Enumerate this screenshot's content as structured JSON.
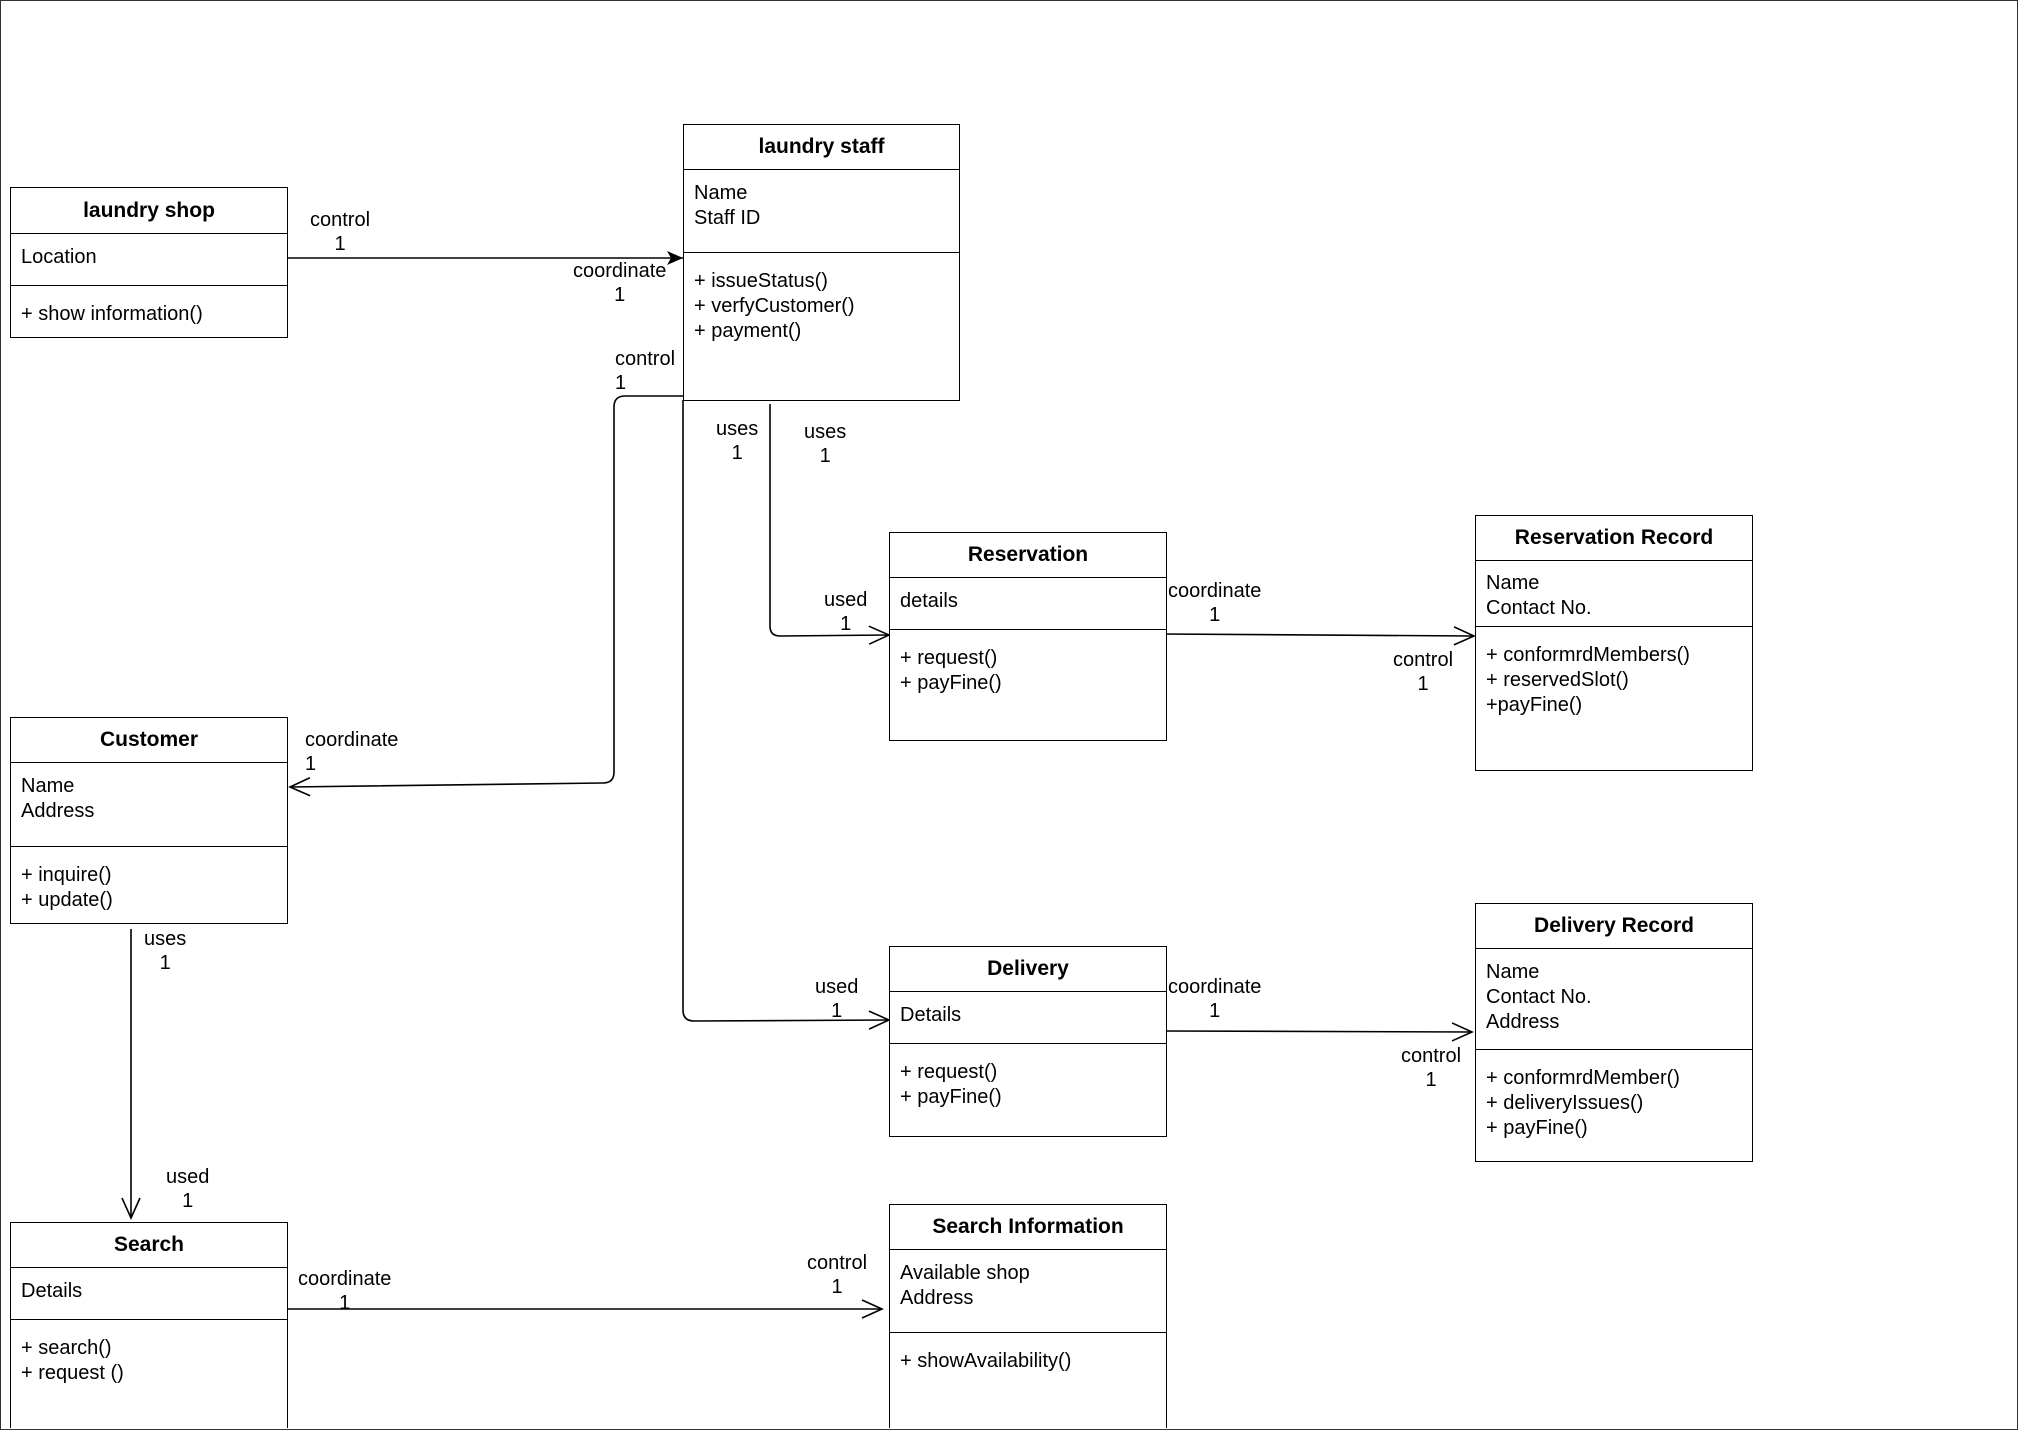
{
  "classes": [
    {
      "id": "laundry-shop",
      "name": "laundry shop",
      "attributes": [
        "Location"
      ],
      "operations": [
        "+ show information()"
      ]
    },
    {
      "id": "laundry-staff",
      "name": "laundry staff",
      "attributes": [
        "Name",
        "Staff ID"
      ],
      "operations": [
        "+ issueStatus()",
        "+ verfyCustomer()",
        "+ payment()"
      ]
    },
    {
      "id": "reservation",
      "name": "Reservation",
      "attributes": [
        "details"
      ],
      "operations": [
        "+ request()",
        "+ payFine()"
      ]
    },
    {
      "id": "reservation-record",
      "name": "Reservation Record",
      "attributes": [
        "Name",
        "Contact No."
      ],
      "operations": [
        "+ conformrdMembers()",
        "+ reservedSlot()",
        "+payFine()"
      ]
    },
    {
      "id": "customer",
      "name": "Customer",
      "attributes": [
        "Name",
        "Address"
      ],
      "operations": [
        "+ inquire()",
        "+ update()"
      ]
    },
    {
      "id": "delivery",
      "name": "Delivery",
      "attributes": [
        "Details"
      ],
      "operations": [
        "+ request()",
        "+ payFine()"
      ]
    },
    {
      "id": "delivery-record",
      "name": "Delivery Record",
      "attributes": [
        "Name",
        "Contact No.",
        "Address"
      ],
      "operations": [
        "+ conformrdMember()",
        "+ deliveryIssues()",
        "+ payFine()"
      ]
    },
    {
      "id": "search",
      "name": "Search",
      "attributes": [
        "Details"
      ],
      "operations": [
        "+ search()",
        "+ request ()"
      ]
    },
    {
      "id": "search-information",
      "name": "Search Information",
      "attributes": [
        "Available shop",
        "Address"
      ],
      "operations": [
        "+ showAvailability()"
      ]
    }
  ],
  "associations": [
    {
      "id": "shop-staff",
      "source_label": "control",
      "source_mult": "1",
      "target_label": "coordinate",
      "target_mult": "1"
    },
    {
      "id": "staff-customer",
      "source_label": "control",
      "source_mult": "1",
      "target_label": "coordinate",
      "target_mult": "1"
    },
    {
      "id": "staff-reservation",
      "source_label": "uses",
      "source_mult": "1",
      "target_label": "used",
      "target_mult": "1"
    },
    {
      "id": "staff-delivery",
      "source_label": "uses",
      "source_mult": "1",
      "target_label": "used",
      "target_mult": "1"
    },
    {
      "id": "reservation-record",
      "source_label": "coordinate",
      "source_mult": "1",
      "target_label": "control",
      "target_mult": "1"
    },
    {
      "id": "delivery-record",
      "source_label": "coordinate",
      "source_mult": "1",
      "target_label": "control",
      "target_mult": "1"
    },
    {
      "id": "customer-search",
      "source_label": "uses",
      "source_mult": "1",
      "target_label": "used",
      "target_mult": "1"
    },
    {
      "id": "search-info",
      "source_label": "coordinate",
      "source_mult": "1",
      "target_label": "control",
      "target_mult": "1"
    }
  ]
}
